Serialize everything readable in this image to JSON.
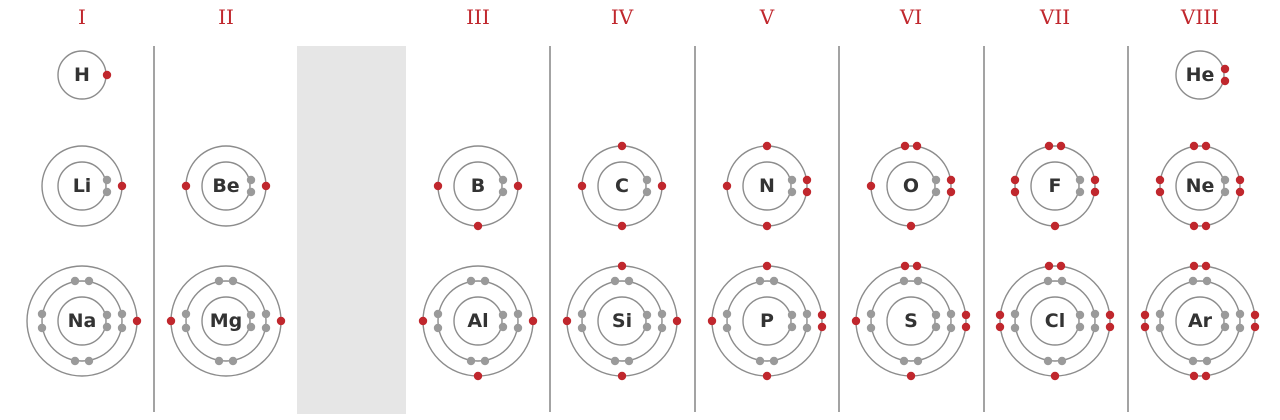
{
  "colors": {
    "valence": "#c0272d",
    "inner": "#9a9a9a",
    "gap": "#e6e6e6",
    "label": "#c0272d"
  },
  "groups": [
    "I",
    "II",
    "III",
    "IV",
    "V",
    "VI",
    "VII",
    "VIII"
  ],
  "elements": [
    {
      "symbol": "H",
      "group": 0,
      "period": 1,
      "shells": [
        1
      ]
    },
    {
      "symbol": "He",
      "group": 7,
      "period": 1,
      "shells": [
        2
      ]
    },
    {
      "symbol": "Li",
      "group": 0,
      "period": 2,
      "shells": [
        2,
        1
      ]
    },
    {
      "symbol": "Be",
      "group": 1,
      "period": 2,
      "shells": [
        2,
        2
      ]
    },
    {
      "symbol": "B",
      "group": 2,
      "period": 2,
      "shells": [
        2,
        3
      ]
    },
    {
      "symbol": "C",
      "group": 3,
      "period": 2,
      "shells": [
        2,
        4
      ]
    },
    {
      "symbol": "N",
      "group": 4,
      "period": 2,
      "shells": [
        2,
        5
      ]
    },
    {
      "symbol": "O",
      "group": 5,
      "period": 2,
      "shells": [
        2,
        6
      ]
    },
    {
      "symbol": "F",
      "group": 6,
      "period": 2,
      "shells": [
        2,
        7
      ]
    },
    {
      "symbol": "Ne",
      "group": 7,
      "period": 2,
      "shells": [
        2,
        8
      ]
    },
    {
      "symbol": "Na",
      "group": 0,
      "period": 3,
      "shells": [
        2,
        8,
        1
      ]
    },
    {
      "symbol": "Mg",
      "group": 1,
      "period": 3,
      "shells": [
        2,
        8,
        2
      ]
    },
    {
      "symbol": "Al",
      "group": 2,
      "period": 3,
      "shells": [
        2,
        8,
        3
      ]
    },
    {
      "symbol": "Si",
      "group": 3,
      "period": 3,
      "shells": [
        2,
        8,
        4
      ]
    },
    {
      "symbol": "P",
      "group": 4,
      "period": 3,
      "shells": [
        2,
        8,
        5
      ]
    },
    {
      "symbol": "S",
      "group": 5,
      "period": 3,
      "shells": [
        2,
        8,
        6
      ]
    },
    {
      "symbol": "Cl",
      "group": 6,
      "period": 3,
      "shells": [
        2,
        8,
        7
      ]
    },
    {
      "symbol": "Ar",
      "group": 7,
      "period": 3,
      "shells": [
        2,
        8,
        8
      ]
    }
  ]
}
